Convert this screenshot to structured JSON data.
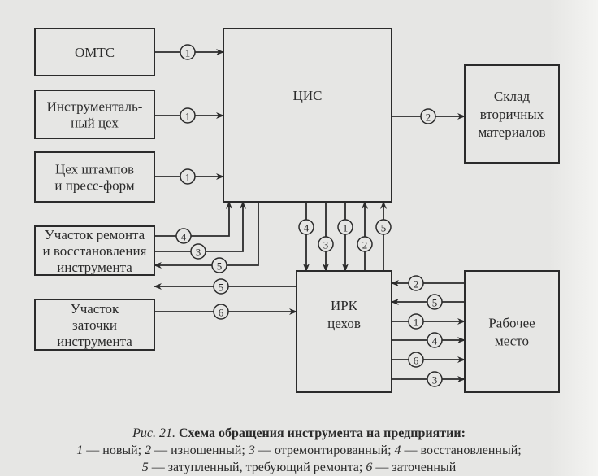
{
  "nodes": {
    "omts": {
      "lines": [
        "ОМТС"
      ]
    },
    "tool_shop": {
      "lines": [
        "Инструменталь-",
        "ный цех"
      ]
    },
    "die_shop": {
      "lines": [
        "Цех штампов",
        "и пресс-форм"
      ]
    },
    "repair_site": {
      "lines": [
        "Участок ремонта",
        "и восстановления",
        "инструмента"
      ]
    },
    "sharpen_site": {
      "lines": [
        "Участок",
        "заточки",
        "инструмента"
      ]
    },
    "cis": {
      "lines": [
        "ЦИС"
      ]
    },
    "warehouse": {
      "lines": [
        "Склад",
        "вторичных",
        "материалов"
      ]
    },
    "irk": {
      "lines": [
        "ИРК",
        "цехов"
      ]
    },
    "workplace": {
      "lines": [
        "Рабочее",
        "место"
      ]
    }
  },
  "edges": [
    {
      "from": "omts",
      "to": "cis",
      "label": "1"
    },
    {
      "from": "tool_shop",
      "to": "cis",
      "label": "1"
    },
    {
      "from": "die_shop",
      "to": "cis",
      "label": "1"
    },
    {
      "from": "cis",
      "to": "warehouse",
      "label": "2"
    },
    {
      "from": "repair_site",
      "to": "cis",
      "label": "4"
    },
    {
      "from": "repair_site",
      "to": "cis",
      "label": "3"
    },
    {
      "from": "cis",
      "to": "repair_site",
      "label": "5"
    },
    {
      "from": "cis",
      "to": "irk",
      "label": "4"
    },
    {
      "from": "cis",
      "to": "irk",
      "label": "3"
    },
    {
      "from": "cis",
      "to": "irk",
      "label": "1"
    },
    {
      "from": "irk",
      "to": "cis",
      "label": "2"
    },
    {
      "from": "irk",
      "to": "cis",
      "label": "5"
    },
    {
      "from": "irk",
      "to": "sharpen_site",
      "label": "5"
    },
    {
      "from": "sharpen_site",
      "to": "irk",
      "label": "6"
    },
    {
      "from": "workplace",
      "to": "irk",
      "label": "2"
    },
    {
      "from": "workplace",
      "to": "irk",
      "label": "5"
    },
    {
      "from": "irk",
      "to": "workplace",
      "label": "1"
    },
    {
      "from": "irk",
      "to": "workplace",
      "label": "4"
    },
    {
      "from": "irk",
      "to": "workplace",
      "label": "6"
    },
    {
      "from": "irk",
      "to": "workplace",
      "label": "3"
    }
  ],
  "caption": {
    "figure": "Рис. 21.",
    "title": "Схема обращения инструмента на предприятии:",
    "legend": [
      {
        "num": "1",
        "text": " — новый; "
      },
      {
        "num": "2",
        "text": " — изношенный; "
      },
      {
        "num": "3",
        "text": " — отремонтированный; "
      },
      {
        "num": "4",
        "text": " — восстановленный;"
      },
      {
        "num": "5",
        "text": " — затупленный, требующий ремонта; "
      },
      {
        "num": "6",
        "text": " — заточенный"
      }
    ]
  }
}
